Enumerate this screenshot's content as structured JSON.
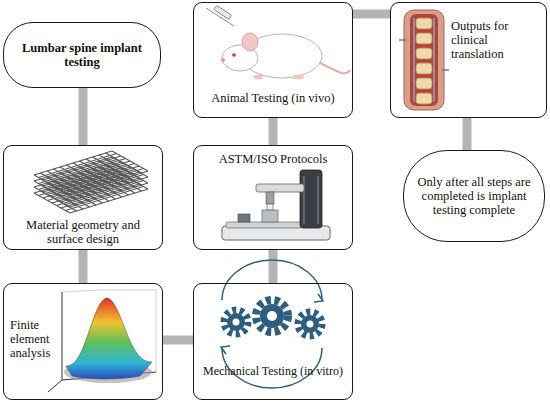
{
  "diagram": {
    "nodes": [
      {
        "text": [
          "Lumbar spine implant testing"
        ]
      },
      {
        "text": [
          "Material geometry and surface design"
        ]
      },
      {
        "text": [
          "Finite element analysis"
        ]
      },
      {
        "text": [
          "Mechanical Testing (in vitro)"
        ]
      },
      {
        "text": [
          "ASTM/ISO Protocols"
        ]
      },
      {
        "text": [
          "Animal Testing (in vivo)"
        ]
      },
      {
        "text": [
          "Outputs for clinical translation"
        ]
      },
      {
        "text": [
          "Only after all steps are completed is implant testing complete"
        ]
      }
    ],
    "edges": [
      {
        "from": 0,
        "to": 1,
        "arrow": "none"
      },
      {
        "from": 1,
        "to": 2,
        "arrow": "none"
      },
      {
        "from": 2,
        "to": 3,
        "arrow": "none"
      },
      {
        "from": 3,
        "to": 4,
        "arrow": "none"
      },
      {
        "from": 4,
        "to": 5,
        "arrow": "none"
      },
      {
        "from": 5,
        "to": 6,
        "arrow": "none"
      },
      {
        "from": 6,
        "to": 7,
        "arrow": "none"
      }
    ]
  }
}
